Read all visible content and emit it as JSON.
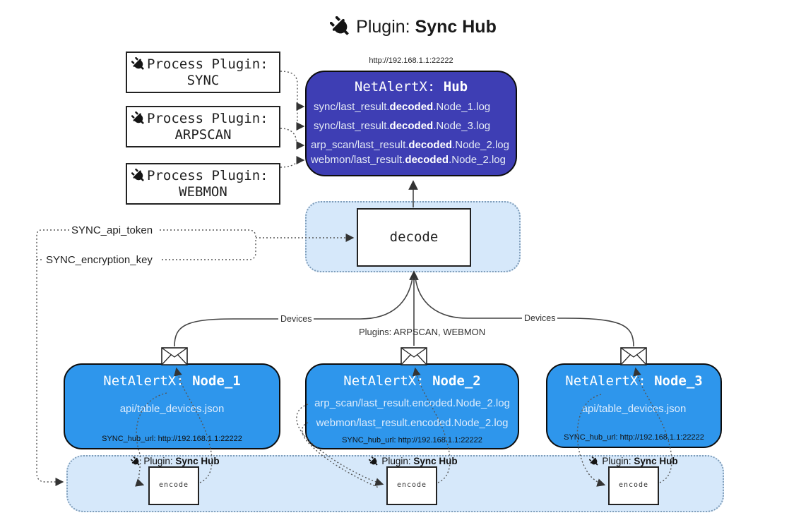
{
  "title": {
    "prefix": "Plugin: ",
    "bold": "Sync Hub"
  },
  "process_plugins": [
    {
      "label": "Process Plugin:",
      "name": "SYNC"
    },
    {
      "label": "Process Plugin:",
      "name": "ARPSCAN"
    },
    {
      "label": "Process Plugin:",
      "name": "WEBMON"
    }
  ],
  "hub": {
    "url": "http://192.168.1.1:22222",
    "title_prefix": "NetAlertX: ",
    "title_bold": "Hub",
    "logs": [
      {
        "pre": "sync/last_result.",
        "bold": "decoded",
        "post": ".Node_1.log"
      },
      {
        "pre": "sync/last_result.",
        "bold": "decoded",
        "post": ".Node_3.log"
      },
      {
        "pre": "arp_scan/last_result.",
        "bold": "decoded",
        "post": ".Node_2.log"
      },
      {
        "pre": "webmon/last_result.",
        "bold": "decoded",
        "post": ".Node_2.log"
      }
    ]
  },
  "decode": {
    "label": "decode"
  },
  "secrets": {
    "api_token": "SYNC_api_token",
    "encryption_key": "SYNC_encryption_key"
  },
  "edge_labels": {
    "devices_left": "Devices",
    "devices_right": "Devices",
    "plugins_mid": "Plugins: ARPSCAN, WEBMON"
  },
  "nodes": [
    {
      "title_prefix": "NetAlertX: ",
      "title_bold": "Node_1",
      "files": [
        "api/table_devices.json"
      ],
      "hub_url": "SYNC_hub_url: http://192.168.1.1:22222"
    },
    {
      "title_prefix": "NetAlertX: ",
      "title_bold": "Node_2",
      "files": [
        "arp_scan/last_result.encoded.Node_2.log",
        "webmon/last_result.encoded.Node_2.log"
      ],
      "hub_url": "SYNC_hub_url: http://192.168.1.1:22222"
    },
    {
      "title_prefix": "NetAlertX: ",
      "title_bold": "Node_3",
      "files": [
        "api/table_devices.json"
      ],
      "hub_url": "SYNC_hub_url: http://192.168.1.1:22222"
    }
  ],
  "encoders": [
    {
      "label_prefix": "Plugin: ",
      "label_bold": "Sync Hub",
      "box_label": "encode"
    },
    {
      "label_prefix": "Plugin: ",
      "label_bold": "Sync Hub",
      "box_label": "encode"
    },
    {
      "label_prefix": "Plugin: ",
      "label_bold": "Sync Hub",
      "box_label": "encode"
    }
  ],
  "colors": {
    "hub_fill": "#3e3eb4",
    "node_fill": "#2e96ec",
    "panel_fill": "#d6e8fa",
    "panel_border": "#7f9db9",
    "line": "#444444"
  }
}
